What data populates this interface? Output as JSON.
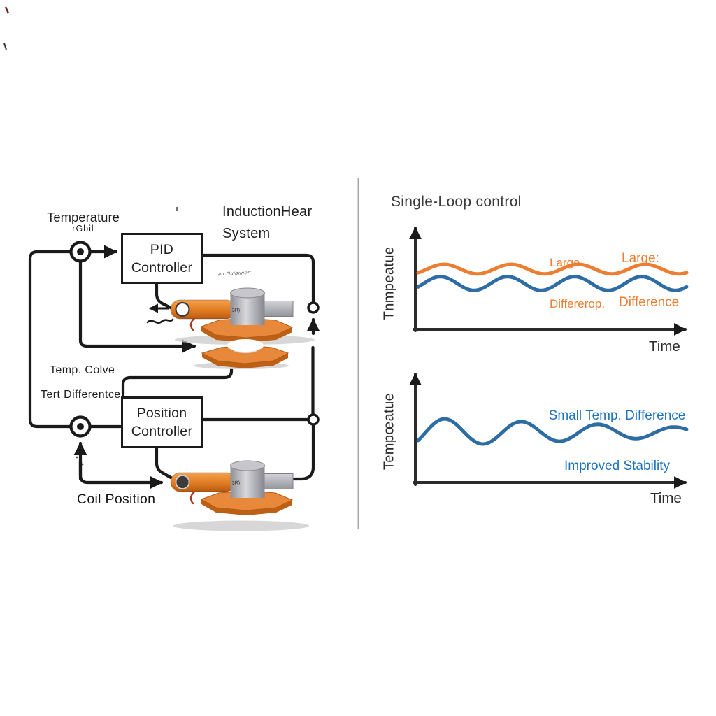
{
  "diagram": {
    "temperature_label": "Temperature",
    "temperature_sub": "rGbil",
    "induction_line1": "InductionHear",
    "induction_line2": "System",
    "pid_line1": "PID",
    "pid_line2": "Controller",
    "position_line1": "Position",
    "position_line2": "Controller",
    "temp_curve_label": "Temp. Colve",
    "temp_difference_label": "Tert Differentce",
    "coil_position_label": "Coil Position",
    "scribble": "an Guidilner''",
    "cylinder_mark": "3R)"
  },
  "charts": {
    "title": "Single-Loop control",
    "top": {
      "ylabel": "Tnmpeatue",
      "xlabel": "Time",
      "ann_left_line1": "Large",
      "ann_left_line2": "Differerop.",
      "ann_right_line1": "Large:",
      "ann_right_line2": "Difference"
    },
    "bottom": {
      "ylabel": "Tempœatue",
      "xlabel": "Time",
      "ann_line1": "Small Temp. Difference",
      "ann_line2": "Improved Stability"
    }
  },
  "colors": {
    "orange": "#ED7D31",
    "blue": "#2E6DA4",
    "blue_text": "#1E73BE",
    "line": "#1a1a1a"
  },
  "chart_data": [
    {
      "type": "line",
      "title": "Single-Loop control",
      "xlabel": "Time",
      "ylabel": "Tnmpeatue",
      "x_range": [
        0,
        1
      ],
      "y_range": [
        0,
        1
      ],
      "grid": false,
      "legend_position": "none",
      "series": [
        {
          "name": "upper oscillating temperature (large difference)",
          "color": "#ED7D31",
          "style": "sine",
          "mean": 0.578,
          "amplitude": 0.046,
          "cycles": 4,
          "crest_t": 0.096
        },
        {
          "name": "lower oscillating temperature (large difference)",
          "color": "#2E6DA4",
          "style": "sine",
          "mean": 0.44,
          "amplitude": 0.066,
          "cycles": 4,
          "crest_t": 0.083
        }
      ],
      "annotations": [
        {
          "text": "Large\nDiffererop.",
          "color": "#ED7D31"
        },
        {
          "text": "Large:\nDifference",
          "color": "#ED7D31"
        }
      ]
    },
    {
      "type": "line",
      "title": "",
      "xlabel": "Time",
      "ylabel": "Tempœatue",
      "x_range": [
        0,
        1
      ],
      "y_range": [
        0,
        1
      ],
      "grid": false,
      "legend_position": "none",
      "series": [
        {
          "name": "stabilized temperature (small difference)",
          "color": "#2E6DA4",
          "style": "damped_sine",
          "mean": 0.48,
          "amp_start": 0.135,
          "amp_end": 0.045,
          "cycles": 3.5,
          "crest_t": 0.1
        }
      ],
      "annotations": [
        {
          "text": "Small Temp. Difference\nImproved Stability",
          "color": "#1E73BE"
        }
      ]
    }
  ]
}
